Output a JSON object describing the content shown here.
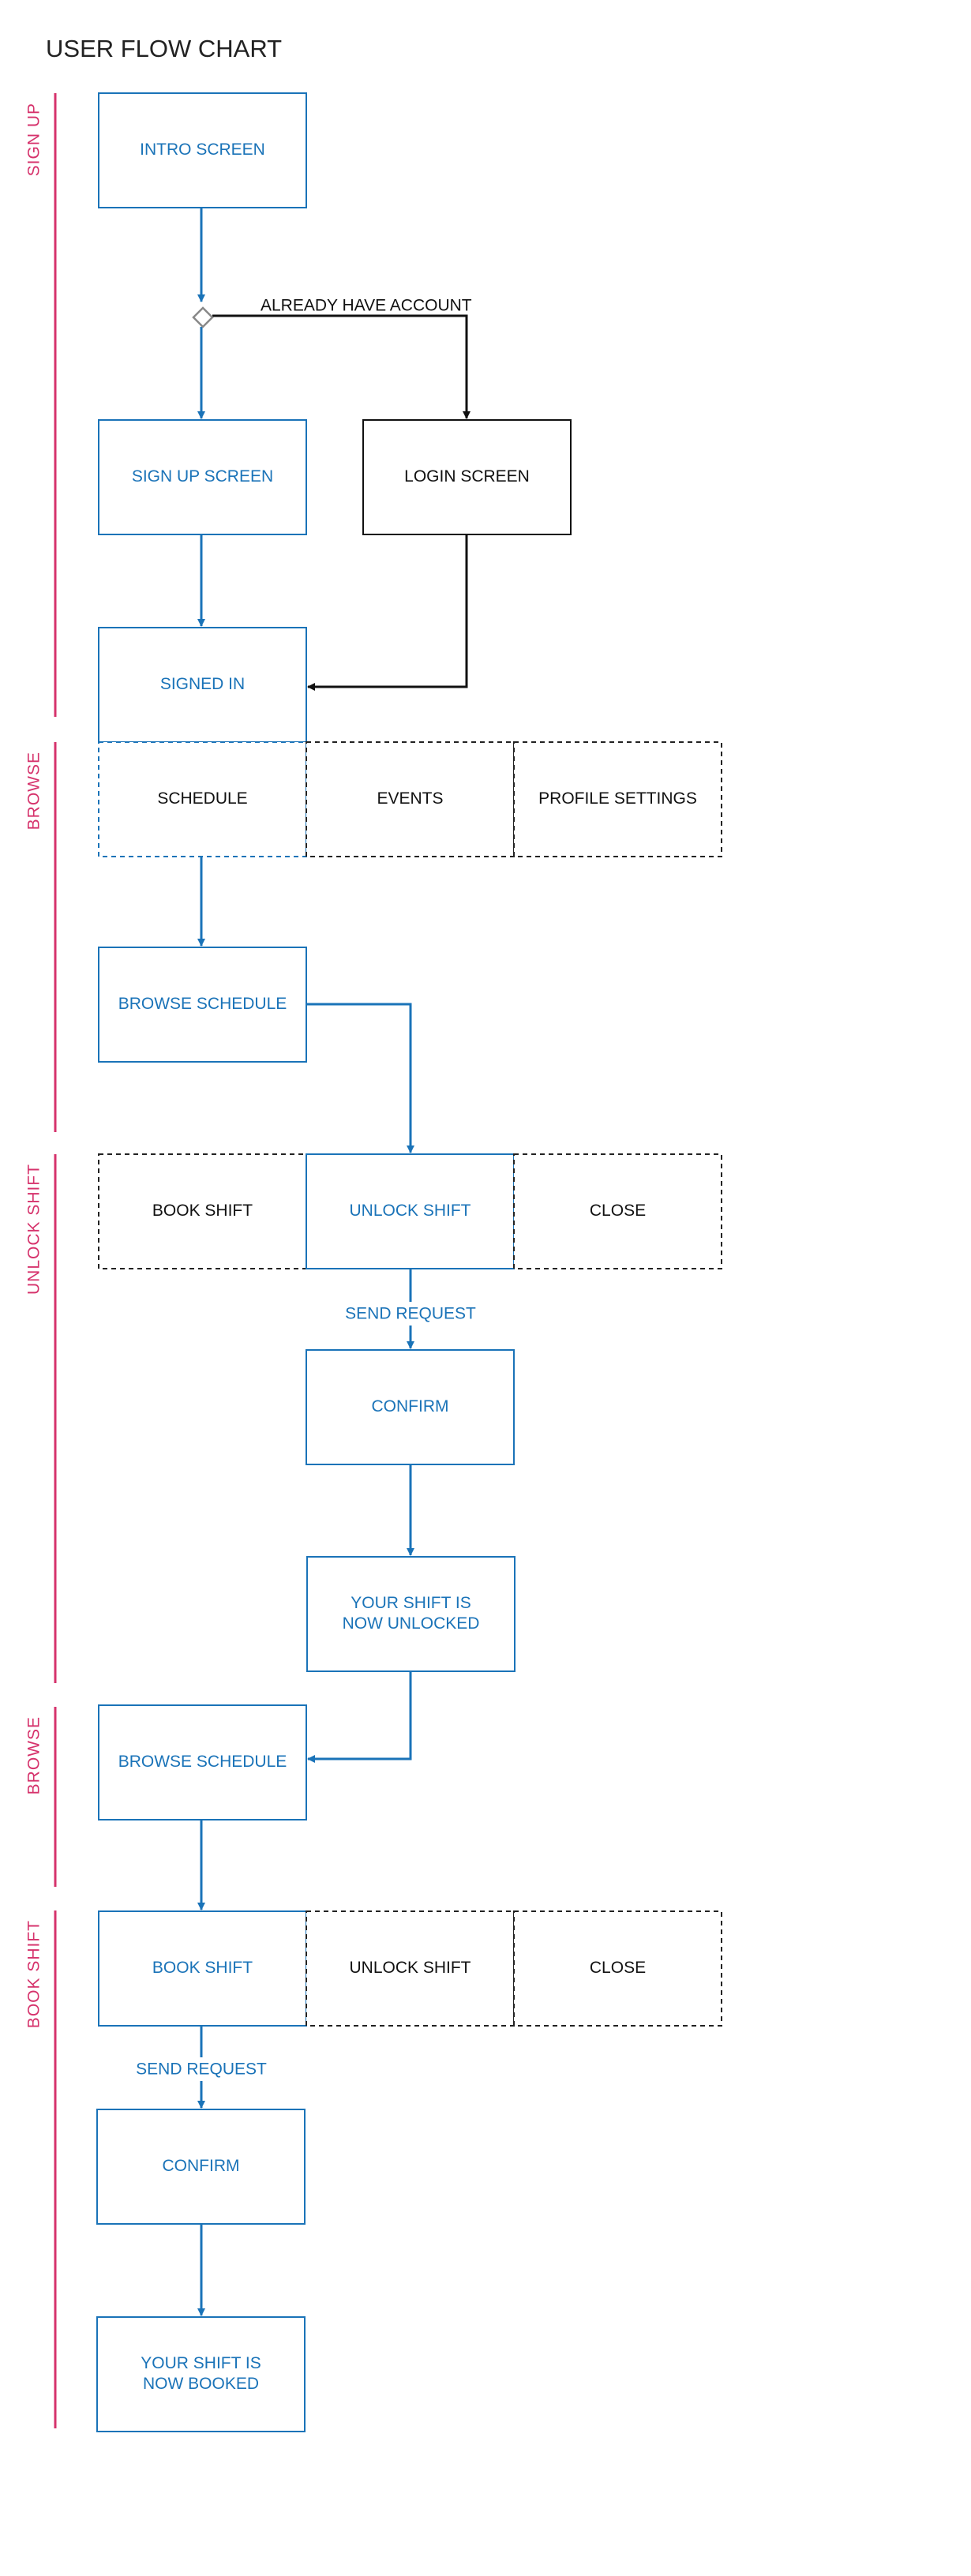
{
  "title": "USER FLOW CHART",
  "colors": {
    "primary": "#1a73b8",
    "dark": "#111111",
    "lane": "#d6336c",
    "diamond": "#888888"
  },
  "lanes": [
    {
      "id": "lane-1",
      "label": "SIGN UP"
    },
    {
      "id": "lane-2",
      "label": "BROWSE"
    },
    {
      "id": "lane-3",
      "label": "UNLOCK SHIFT"
    },
    {
      "id": "lane-4",
      "label": "BROWSE"
    },
    {
      "id": "lane-5",
      "label": "BOOK SHIFT"
    }
  ],
  "nodes": [
    {
      "id": "intro",
      "lines": [
        "INTRO SCREEN"
      ],
      "color": "primary",
      "border": "solid"
    },
    {
      "id": "signup",
      "lines": [
        "SIGN UP SCREEN"
      ],
      "color": "primary",
      "border": "solid"
    },
    {
      "id": "login",
      "lines": [
        "LOGIN SCREEN"
      ],
      "color": "dark",
      "border": "solid"
    },
    {
      "id": "signedin",
      "lines": [
        "SIGNED IN"
      ],
      "color": "primary",
      "border": "solid"
    },
    {
      "id": "schedule",
      "lines": [
        "SCHEDULE"
      ],
      "color": "dark",
      "border": "dashed-primary"
    },
    {
      "id": "events",
      "lines": [
        "EVENTS"
      ],
      "color": "dark",
      "border": "dashed"
    },
    {
      "id": "profile",
      "lines": [
        "PROFILE SETTINGS"
      ],
      "color": "dark",
      "border": "dashed"
    },
    {
      "id": "browse1",
      "lines": [
        "BROWSE SCHEDULE"
      ],
      "color": "primary",
      "border": "solid"
    },
    {
      "id": "bookshift1",
      "lines": [
        "BOOK SHIFT"
      ],
      "color": "dark",
      "border": "dashed"
    },
    {
      "id": "unlockshift1",
      "lines": [
        "UNLOCK SHIFT"
      ],
      "color": "primary",
      "border": "solid"
    },
    {
      "id": "close1",
      "lines": [
        "CLOSE"
      ],
      "color": "dark",
      "border": "dashed"
    },
    {
      "id": "confirm1",
      "lines": [
        "CONFIRM"
      ],
      "color": "primary",
      "border": "solid"
    },
    {
      "id": "unlocked",
      "lines": [
        "YOUR SHIFT IS",
        "NOW UNLOCKED"
      ],
      "color": "primary",
      "border": "solid"
    },
    {
      "id": "browse2",
      "lines": [
        "BROWSE SCHEDULE"
      ],
      "color": "primary",
      "border": "solid"
    },
    {
      "id": "bookshift2",
      "lines": [
        "BOOK SHIFT"
      ],
      "color": "primary",
      "border": "solid"
    },
    {
      "id": "unlockshift2",
      "lines": [
        "UNLOCK SHIFT"
      ],
      "color": "dark",
      "border": "dashed"
    },
    {
      "id": "close2",
      "lines": [
        "CLOSE"
      ],
      "color": "dark",
      "border": "dashed"
    },
    {
      "id": "confirm2",
      "lines": [
        "CONFIRM"
      ],
      "color": "primary",
      "border": "solid"
    },
    {
      "id": "booked",
      "lines": [
        "YOUR SHIFT IS",
        "NOW BOOKED"
      ],
      "color": "primary",
      "border": "solid"
    }
  ],
  "edges": [
    {
      "id": "e-intro-decision",
      "from": "intro",
      "to": "decision",
      "label": "",
      "color": "primary"
    },
    {
      "id": "e-decision-signup",
      "from": "decision",
      "to": "signup",
      "label": "",
      "color": "primary"
    },
    {
      "id": "e-decision-login",
      "from": "decision",
      "to": "login",
      "label": "ALREADY HAVE ACCOUNT",
      "color": "dark"
    },
    {
      "id": "e-signup-signedin",
      "from": "signup",
      "to": "signedin",
      "label": "",
      "color": "primary"
    },
    {
      "id": "e-login-signedin",
      "from": "login",
      "to": "signedin",
      "label": "",
      "color": "dark"
    },
    {
      "id": "e-schedule-browse",
      "from": "schedule",
      "to": "browse1",
      "label": "",
      "color": "primary"
    },
    {
      "id": "e-browse-unlock",
      "from": "browse1",
      "to": "unlockshift1",
      "label": "",
      "color": "primary"
    },
    {
      "id": "e-unlock-confirm",
      "from": "unlockshift1",
      "to": "confirm1",
      "label": "SEND REQUEST",
      "color": "primary"
    },
    {
      "id": "e-confirm-unlocked",
      "from": "confirm1",
      "to": "unlocked",
      "label": "",
      "color": "primary"
    },
    {
      "id": "e-unlocked-browse",
      "from": "unlocked",
      "to": "browse2",
      "label": "",
      "color": "primary"
    },
    {
      "id": "e-browse-book",
      "from": "browse2",
      "to": "bookshift2",
      "label": "",
      "color": "primary"
    },
    {
      "id": "e-book-confirm",
      "from": "bookshift2",
      "to": "confirm2",
      "label": "SEND REQUEST",
      "color": "primary"
    },
    {
      "id": "e-confirm-booked",
      "from": "confirm2",
      "to": "booked",
      "label": "",
      "color": "primary"
    }
  ]
}
